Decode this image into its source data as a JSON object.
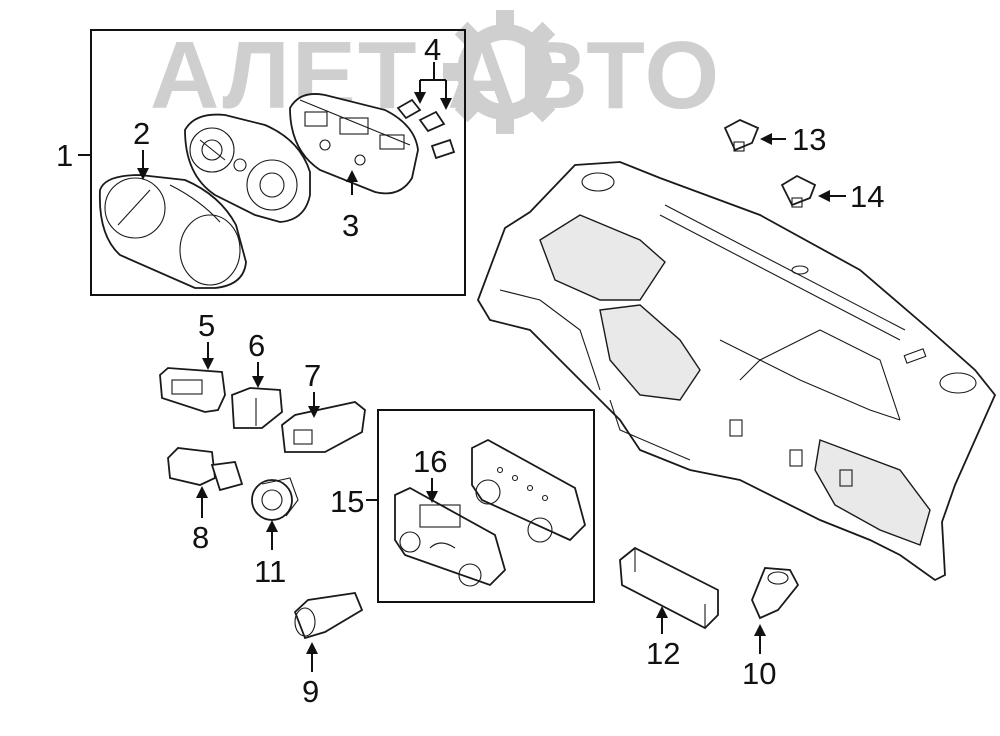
{
  "watermark": {
    "text": "АЛЕТ АВТО"
  },
  "callouts": {
    "c1": "1",
    "c2": "2",
    "c3": "3",
    "c4": "4",
    "c5": "5",
    "c6": "6",
    "c7": "7",
    "c8": "8",
    "c9": "9",
    "c10": "10",
    "c11": "11",
    "c12": "12",
    "c13": "13",
    "c14": "14",
    "c15": "15",
    "c16": "16"
  }
}
